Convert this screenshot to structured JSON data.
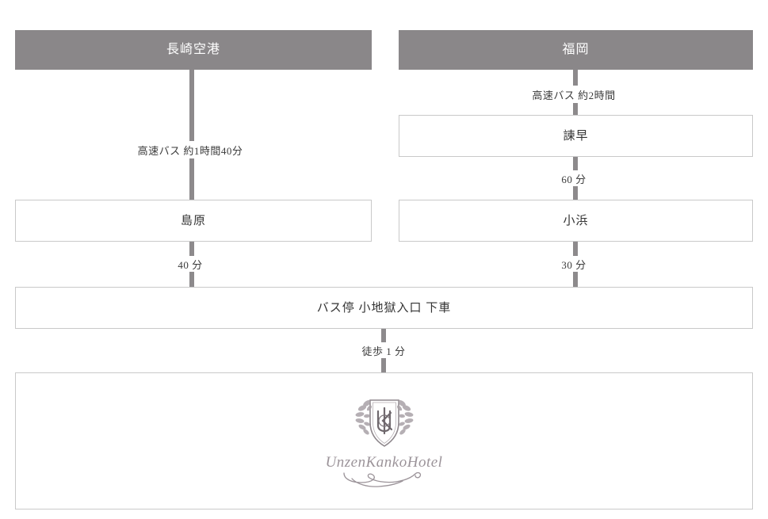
{
  "diagram": {
    "title": "Unzen Kanko Hotel access flow chart",
    "colors": {
      "header_fill": "#8a8789",
      "header_text": "#ffffff",
      "box_border": "#c9c9c9",
      "box_fill": "#ffffff",
      "connector": "#8d8a8c",
      "text": "#333333",
      "logo": "#9b9399"
    },
    "columns": [
      {
        "id": "nagasaki",
        "header": "長崎空港",
        "steps": [
          {
            "type": "connector-label",
            "text": "高速バス 約1時間40分"
          },
          {
            "type": "box",
            "text": "島原"
          },
          {
            "type": "connector-label",
            "text": "40 分"
          }
        ]
      },
      {
        "id": "fukuoka",
        "header": "福岡",
        "steps": [
          {
            "type": "connector-label",
            "text": "高速バス 約2時間"
          },
          {
            "type": "box",
            "text": "諫早"
          },
          {
            "type": "connector-label",
            "text": "60 分"
          },
          {
            "type": "box",
            "text": "小浜"
          },
          {
            "type": "connector-label",
            "text": "30 分"
          }
        ]
      }
    ],
    "merge": {
      "bus_stop_box": "バス停 小地獄入口 下車",
      "walk_label": "徒歩 1 分"
    },
    "destination": {
      "wordmark": "UnzenKankoHotel",
      "crest_name": "unzen-kanko-hotel-crest"
    }
  }
}
